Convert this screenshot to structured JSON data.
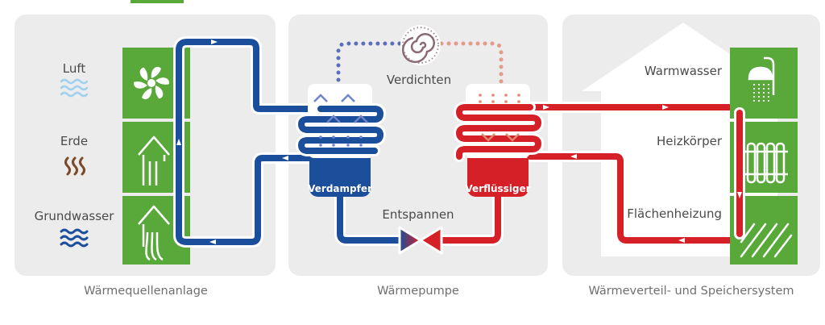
{
  "sections": {
    "source": {
      "caption": "Wärmequellenanlage",
      "items": [
        {
          "label": "Luft",
          "icon": "fan-icon"
        },
        {
          "label": "Erde",
          "icon": "ground-collector-icon"
        },
        {
          "label": "Grundwasser",
          "icon": "well-icon"
        }
      ]
    },
    "pump": {
      "caption": "Wärmepumpe",
      "compress_label": "Verdichten",
      "expand_label": "Entspannen",
      "evaporator_label": "Verdampfer",
      "condenser_label": "Verflüssiger"
    },
    "distribution": {
      "caption": "Wärmeverteil- und Speichersystem",
      "items": [
        {
          "label": "Warmwasser",
          "icon": "shower-icon"
        },
        {
          "label": "Heizkörper",
          "icon": "radiator-icon"
        },
        {
          "label": "Flächenheizung",
          "icon": "floor-heating-icon"
        }
      ]
    }
  },
  "colors": {
    "green": "#58a83a",
    "cold": "#1b4f9c",
    "hot": "#d52027",
    "panel": "#ececec"
  }
}
